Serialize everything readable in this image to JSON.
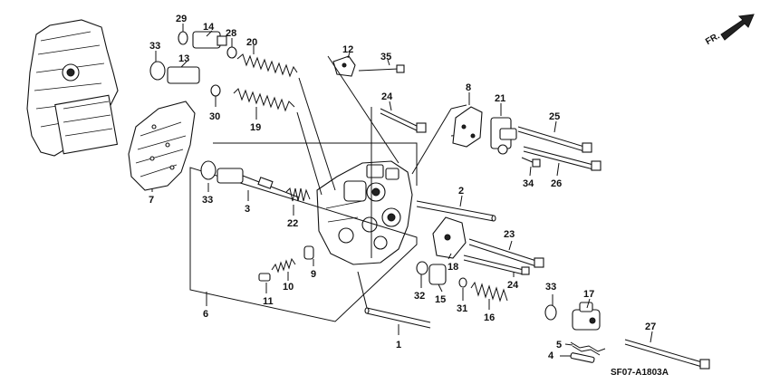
{
  "diagram": {
    "direction_label": "FR.",
    "drawing_code": "SF07-A1803A",
    "callouts": [
      "1",
      "2",
      "3",
      "4",
      "5",
      "6",
      "7",
      "8",
      "9",
      "10",
      "11",
      "12",
      "13",
      "14",
      "15",
      "16",
      "17",
      "18",
      "19",
      "20",
      "21",
      "22",
      "23",
      "24",
      "24",
      "25",
      "26",
      "27",
      "28",
      "29",
      "30",
      "31",
      "32",
      "33",
      "33",
      "33",
      "34",
      "35"
    ]
  }
}
